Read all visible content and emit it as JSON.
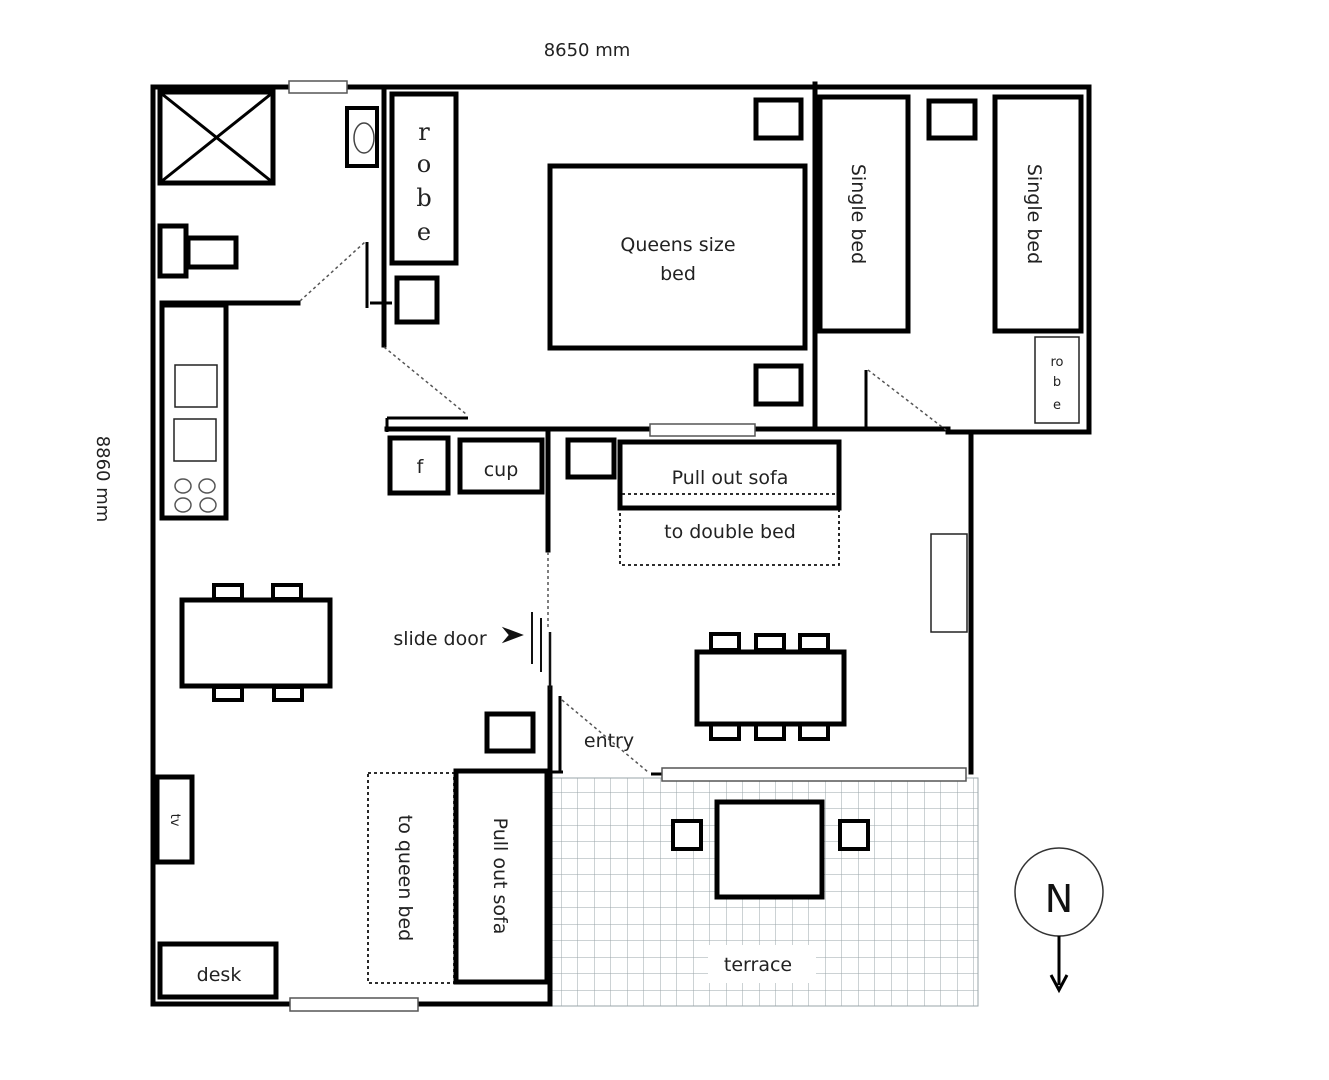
{
  "dimensions": {
    "width_label": "8650 mm",
    "height_label": "8860 mm"
  },
  "rooms": {
    "bathroom": {
      "label": ""
    },
    "master_bedroom": {
      "robe_label": [
        "r",
        "o",
        "b",
        "e"
      ],
      "bed_label_line1": "Queens size",
      "bed_label_line2": "bed"
    },
    "second_bedroom": {
      "bed1_label": "Single bed",
      "bed2_label": "Single bed",
      "robe_label": [
        "ro",
        "b",
        "e"
      ]
    },
    "kitchen": {
      "fridge_label": "f",
      "cupboard_label": "cup"
    },
    "living": {
      "sofa_label": "Pull out sofa",
      "sofa_extension_label": "to double bed",
      "slide_door_label": "slide door",
      "entry_label": "entry"
    },
    "lounge": {
      "tv_label": "tv",
      "desk_label": "desk",
      "sofa_label": "Pull out sofa",
      "sofa_extension_label": "to queen bed"
    },
    "terrace": {
      "label": "terrace"
    }
  },
  "compass": {
    "letter": "N"
  },
  "colors": {
    "wall": "#000000",
    "terrace_grid": "#9aa4a8",
    "text": "#222222"
  }
}
